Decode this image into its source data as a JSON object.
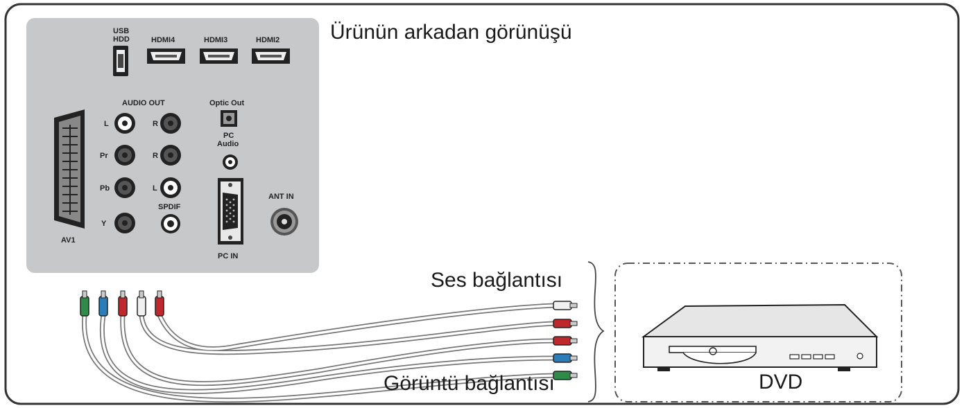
{
  "title": "Ürünün arkadan görünüşü",
  "panel": {
    "usb_label_line1": "USB",
    "usb_label_line2": "HDD",
    "hdmi_ports": [
      "HDMI4",
      "HDMI3",
      "HDMI2"
    ],
    "audio_out_label": "AUDIO OUT",
    "optic_out_label": "Optic Out",
    "pc_audio_line1": "PC",
    "pc_audio_line2": "Audio",
    "av1_label": "AV1",
    "spdif_label": "SPDIF",
    "pc_in_label": "PC IN",
    "ant_in_label": "ANT IN",
    "rca_left_column": [
      "L",
      "Pr",
      "Pb",
      "Y"
    ],
    "rca_right_column": [
      "R",
      "R",
      "L"
    ]
  },
  "cables": {
    "audio_label": "Ses bağlantısı",
    "video_label": "Görüntü bağlantısı",
    "plug_colors": {
      "white": "#f0f0f0",
      "red": "#c0282e",
      "blue": "#2a7db8",
      "green": "#2e8b4a"
    }
  },
  "device": {
    "label": "DVD"
  }
}
